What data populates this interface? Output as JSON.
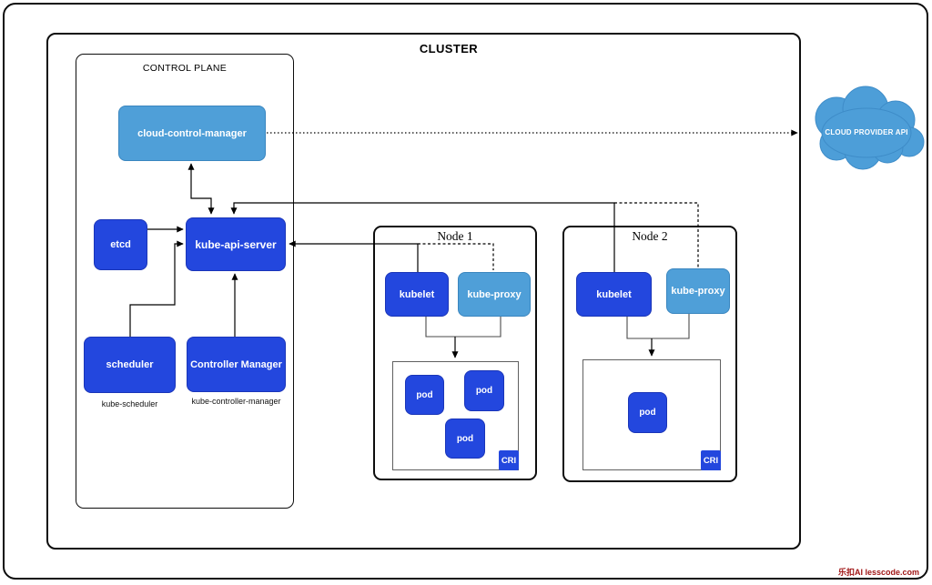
{
  "theme": {
    "dark_blue": "#2347de",
    "dark_blue_border": "#1a35b8",
    "light_blue": "#4f9fd8",
    "light_blue_border": "#3a86bf",
    "cloud_fill": "#4d9ed8",
    "line_black": "#000000",
    "watermark_red": "#a01616"
  },
  "cluster": {
    "label": "CLUSTER"
  },
  "control_plane": {
    "label": "CONTROL PLANE",
    "cloud_control_manager": "cloud-control-manager",
    "etcd": "etcd",
    "kube_api_server": "kube-api-server",
    "scheduler": "scheduler",
    "scheduler_caption": "kube-scheduler",
    "controller_manager": "Controller Manager",
    "controller_manager_caption": "kube-controller-manager"
  },
  "nodes": [
    {
      "title": "Node 1",
      "kubelet": "kubelet",
      "kube_proxy": "kube-proxy",
      "pods": [
        "pod",
        "pod",
        "pod"
      ],
      "cri": "CRI"
    },
    {
      "title": "Node 2",
      "kubelet": "kubelet",
      "kube_proxy": "kube-proxy",
      "pods": [
        "pod"
      ],
      "cri": "CRI"
    }
  ],
  "external": {
    "cloud_provider_api": "CLOUD PROVIDER API"
  },
  "watermark": "乐扣AI lesscode.com"
}
